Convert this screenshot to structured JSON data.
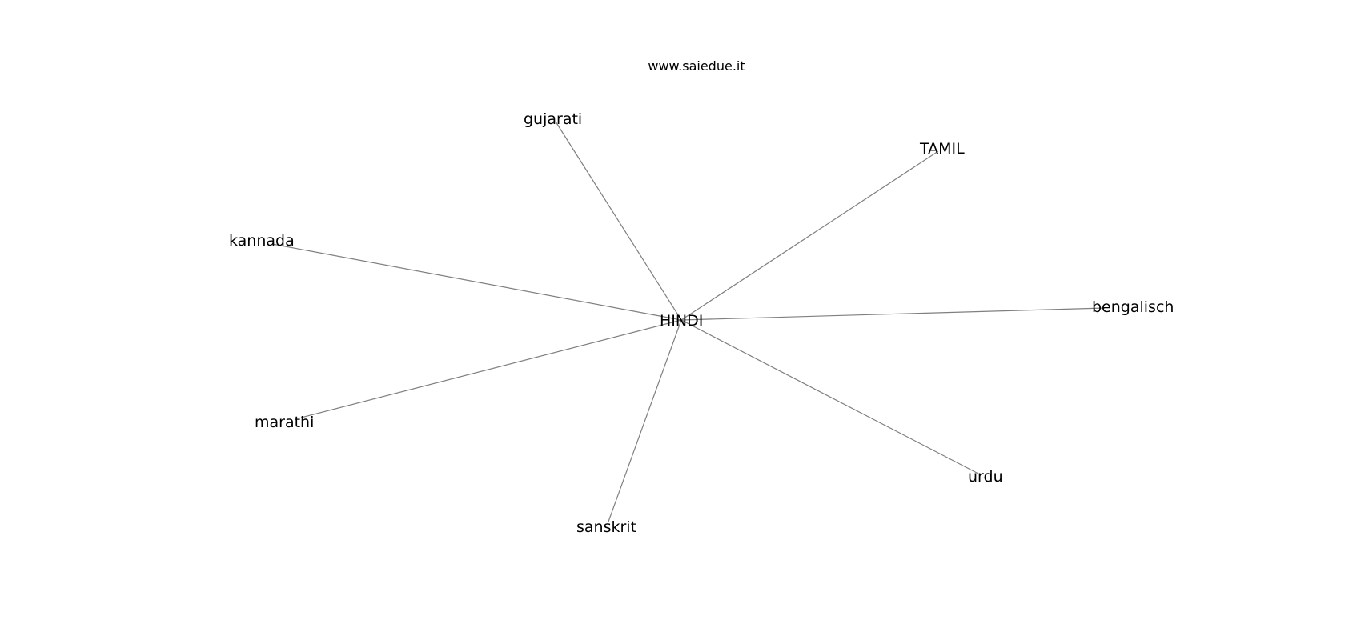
{
  "header": {
    "text": "www.saiedue.it"
  },
  "diagram": {
    "colors": {
      "edge": "#7f7f7f",
      "label": "#000000",
      "background": "#ffffff"
    },
    "center": {
      "id": "hindi",
      "label": "HINDI"
    },
    "nodes": [
      {
        "id": "gujarati",
        "label": "gujarati"
      },
      {
        "id": "tamil",
        "label": "TAMIL"
      },
      {
        "id": "kannada",
        "label": "kannada"
      },
      {
        "id": "bengalisch",
        "label": "bengalisch"
      },
      {
        "id": "marathi",
        "label": "marathi"
      },
      {
        "id": "urdu",
        "label": "urdu"
      },
      {
        "id": "sanskrit",
        "label": "sanskrit"
      }
    ],
    "edges": [
      {
        "from": "hindi",
        "to": "gujarati"
      },
      {
        "from": "hindi",
        "to": "tamil"
      },
      {
        "from": "hindi",
        "to": "kannada"
      },
      {
        "from": "hindi",
        "to": "bengalisch"
      },
      {
        "from": "hindi",
        "to": "marathi"
      },
      {
        "from": "hindi",
        "to": "urdu"
      },
      {
        "from": "hindi",
        "to": "sanskrit"
      }
    ]
  }
}
